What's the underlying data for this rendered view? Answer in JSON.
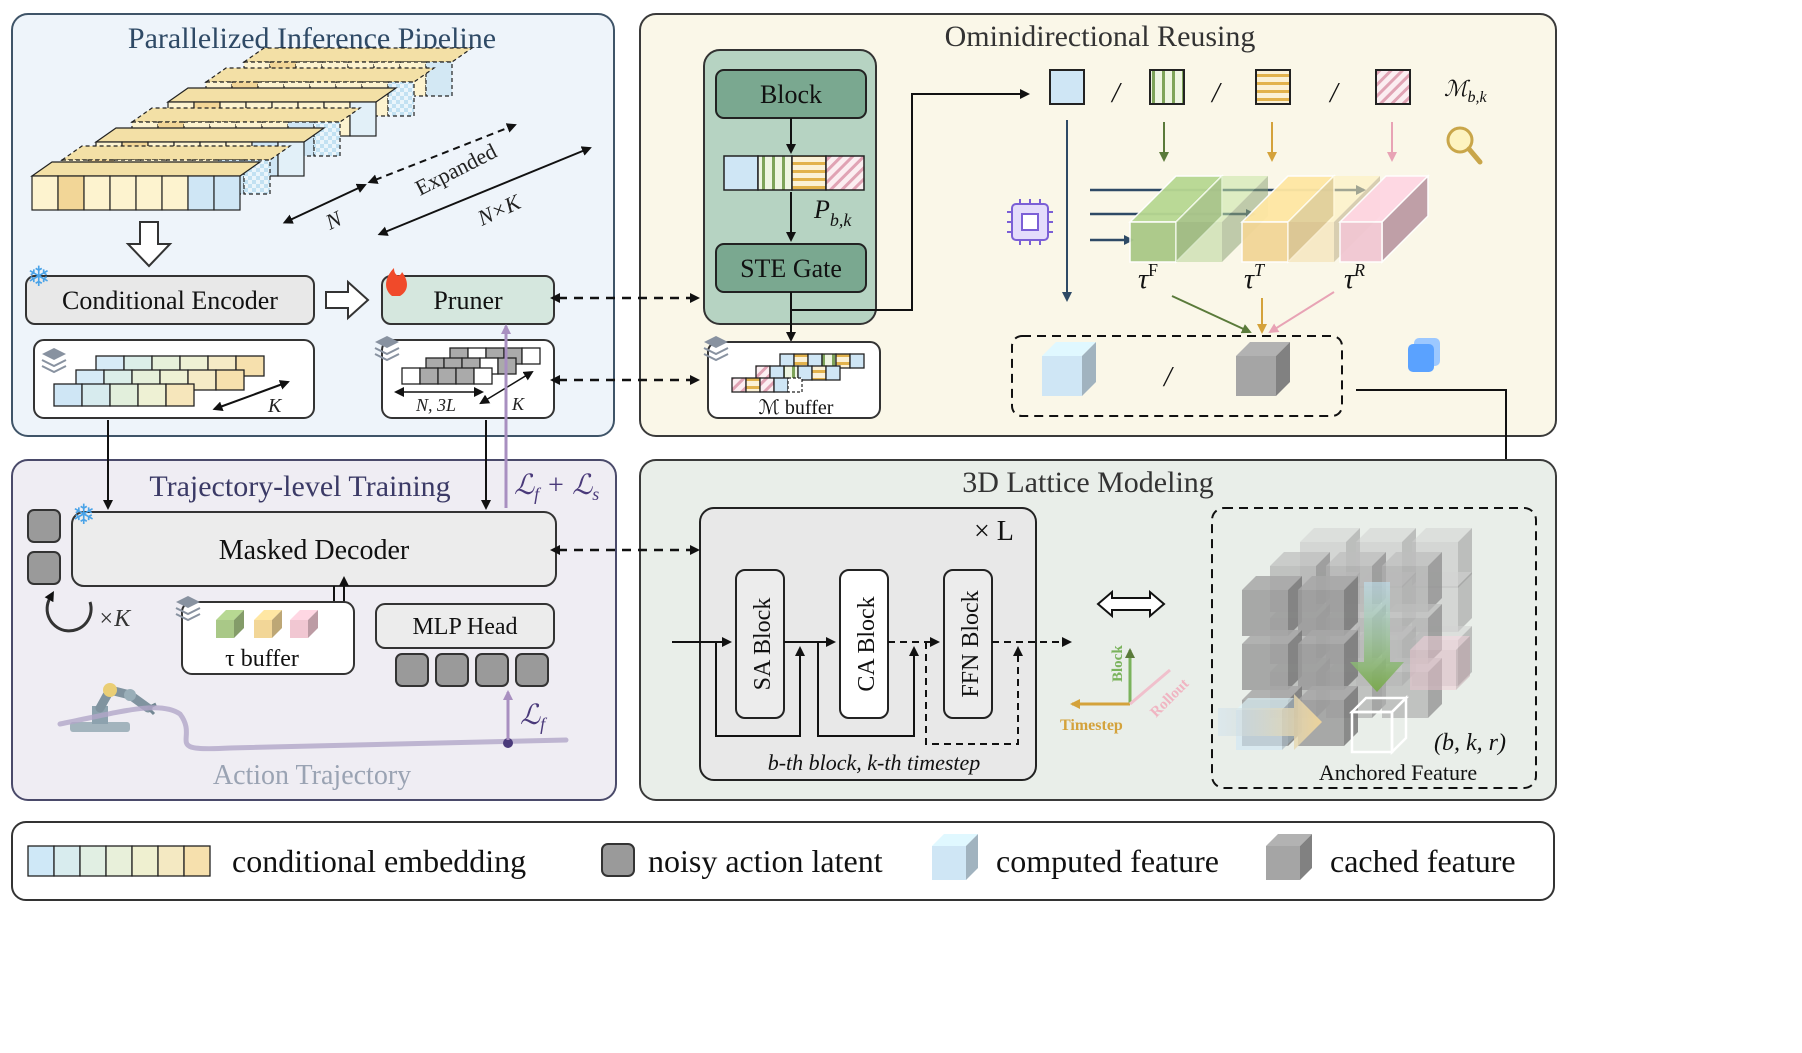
{
  "panels": {
    "inference": "Parallelized Inference Pipeline",
    "reusing": "Ominidirectional Reusing",
    "training": "Trajectory-level Training",
    "lattice": "3D Lattice Modeling"
  },
  "inference": {
    "expanded": "Expanded",
    "n": "N",
    "nk": "N×K",
    "cond_encoder": "Conditional Encoder",
    "pruner": "Pruner",
    "k1": "K",
    "k2": "K",
    "n3l": "N, 3L"
  },
  "reusing": {
    "block": "Block",
    "pbk": "P",
    "pbk_sub": "b,k",
    "ste_gate": "STE Gate",
    "m_buffer": "ℳ buffer",
    "slash": "/",
    "mbk": "ℳ",
    "mbk_sub": "b,k",
    "tau": "τ",
    "tau_f": "F",
    "tau_t": "T",
    "tau_r": "R"
  },
  "training": {
    "masked_decoder": "Masked Decoder",
    "loss": "ℒ",
    "loss_f": "f",
    "loss_plus": " + ℒ",
    "loss_s": "s",
    "times_k": "×K",
    "tau_buffer": "τ buffer",
    "mlp_head": "MLP Head",
    "action_trajectory": "Action Trajectory"
  },
  "lattice": {
    "times_l": "× L",
    "sa_block": "SA Block",
    "ca_block": "CA Block",
    "ffn_block": "FFN Block",
    "block_caption": "b-th block, k-th timestep",
    "axis_block": "Block",
    "axis_timestep": "Timestep",
    "axis_rollout": "Rollout",
    "bkr": "(b, k, r)",
    "anchored": "Anchored Feature"
  },
  "legend": {
    "cond_embedding": "conditional embedding",
    "noisy_latent": "noisy action latent",
    "computed": "computed feature",
    "cached": "cached feature"
  },
  "colors": {
    "inference_bg": "#eef4fa",
    "reusing_bg": "#faf7e8",
    "training_bg": "#efedf3",
    "lattice_bg": "#e9eee9",
    "green_block": "#7aa890",
    "pruner": "#d5e7de",
    "blue": "#cfe6f5",
    "green": "#a9c887",
    "yellow": "#f2d697",
    "pink": "#f1c7d2",
    "gray_cube": "#9a9a9a"
  }
}
